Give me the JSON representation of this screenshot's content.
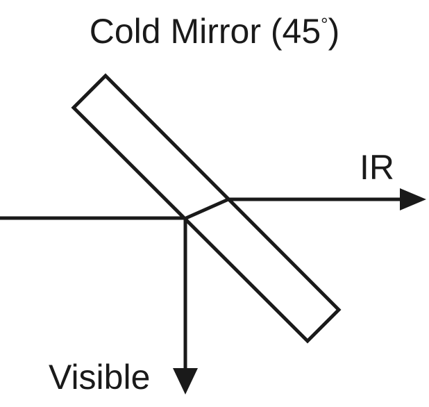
{
  "title": {
    "text": "Cold Mirror (45",
    "degree_symbol": "°",
    "close": ")"
  },
  "labels": {
    "transmitted": "IR",
    "reflected": "Visible"
  },
  "mirror_angle_deg": 45,
  "colors": {
    "stroke": "#1a1a1a",
    "background": "#ffffff"
  }
}
